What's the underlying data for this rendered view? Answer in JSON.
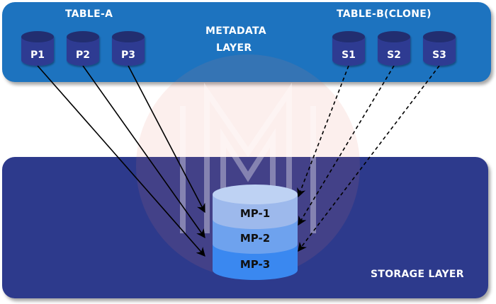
{
  "metadata_layer": {
    "title_line1": "METADATA",
    "title_line2": "LAYER",
    "color": "#1d73bf"
  },
  "table_a": {
    "title": "TABLE-A",
    "partitions": [
      "P1",
      "P2",
      "P3"
    ]
  },
  "table_b": {
    "title": "TABLE-B(CLONE)",
    "partitions": [
      "S1",
      "S2",
      "S3"
    ]
  },
  "storage_layer": {
    "title": "STORAGE LAYER",
    "color": "#2d3a8c",
    "micro_partitions": [
      "MP-1",
      "MP-2",
      "MP-3"
    ]
  },
  "connections": [
    {
      "from": "P1",
      "to": "MP-3",
      "style": "solid"
    },
    {
      "from": "P2",
      "to": "MP-2",
      "style": "solid"
    },
    {
      "from": "P3",
      "to": "MP-1",
      "style": "solid"
    },
    {
      "from": "S1",
      "to": "MP-1",
      "style": "dashed"
    },
    {
      "from": "S2",
      "to": "MP-2",
      "style": "dashed"
    },
    {
      "from": "S3",
      "to": "MP-3",
      "style": "dashed"
    }
  ],
  "watermark": {
    "icon": "m-logo-icon"
  }
}
